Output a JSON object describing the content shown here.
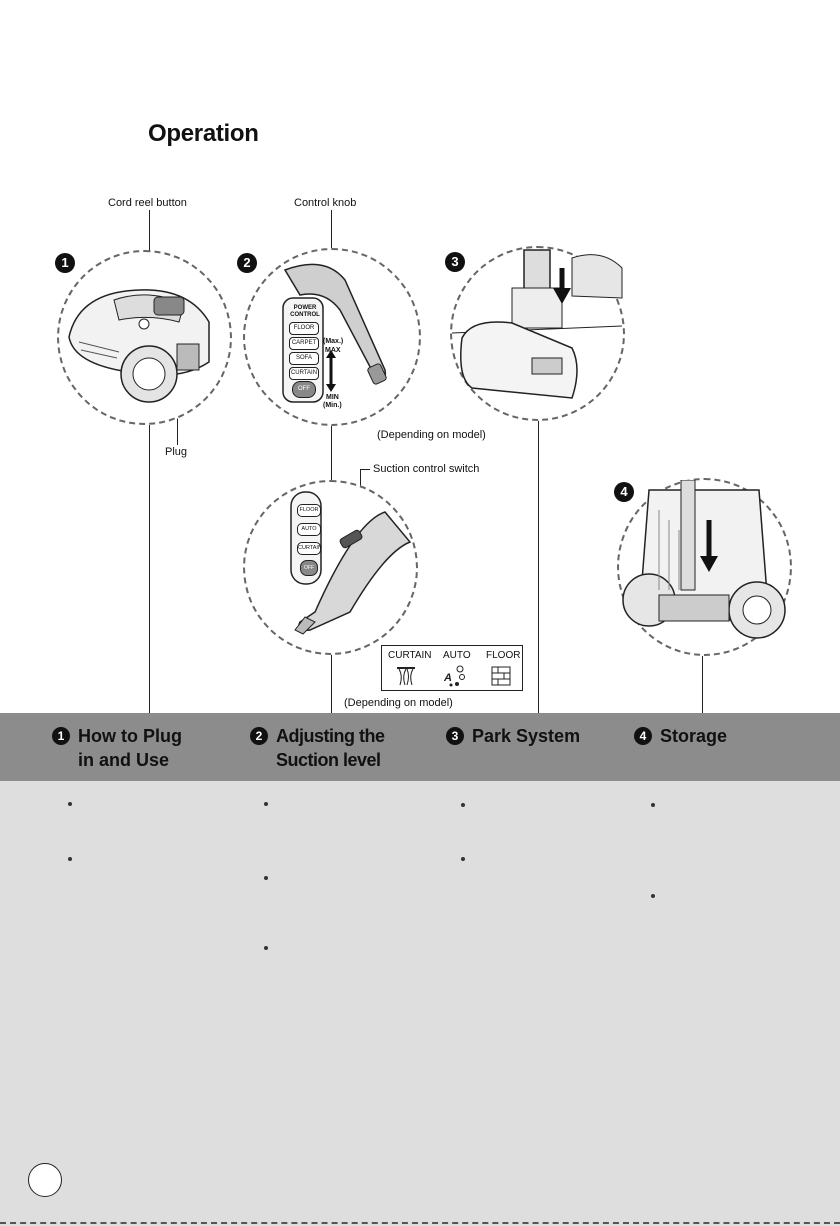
{
  "page": {
    "title": "Operation"
  },
  "callouts": {
    "cord_reel_button": "Cord reel button",
    "control_knob": "Control knob",
    "plug": "Plug",
    "depending_on_model_1": "(Depending on model)",
    "suction_control_switch": "Suction control switch",
    "depending_on_model_2": "(Depending on model)"
  },
  "step_numbers": [
    "1",
    "2",
    "3",
    "4"
  ],
  "handle_panel": {
    "header": "POWER CONTROL",
    "buttons": [
      "FLOOR",
      "CARPET",
      "SOFA",
      "CURTAIN",
      "OFF"
    ],
    "max_label_1": "(Max.)",
    "max_label_2": "MAX",
    "min_label_1": "MIN",
    "min_label_2": "(Min.)"
  },
  "switch_panel": {
    "buttons": [
      "FLOOR",
      "AUTO",
      "CURTAIN",
      "OFF"
    ]
  },
  "mode_legend": {
    "items": [
      "CURTAIN",
      "AUTO",
      "FLOOR"
    ]
  },
  "sections": [
    {
      "number": "1",
      "title_line1": "How to Plug",
      "title_line2": "in and Use"
    },
    {
      "number": "2",
      "title_line1": "Adjusting the",
      "title_line2": "Suction level"
    },
    {
      "number": "3",
      "title_line1": "Park System",
      "title_line2": ""
    },
    {
      "number": "4",
      "title_line1": "Storage",
      "title_line2": ""
    }
  ],
  "colors": {
    "band": "#8c8c8c",
    "body": "#dedede",
    "dash": "#666666"
  }
}
